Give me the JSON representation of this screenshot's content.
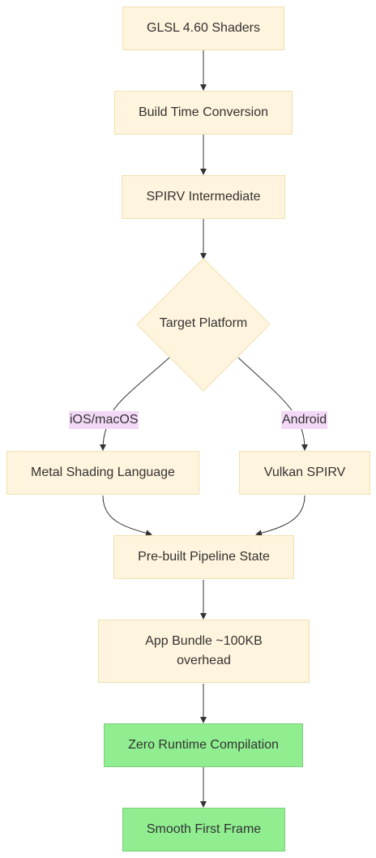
{
  "nodes": {
    "glsl": "GLSL 4.60 Shaders",
    "build": "Build Time Conversion",
    "spirv_ir": "SPIRV Intermediate",
    "target": "Target Platform",
    "metal": "Metal Shading Language",
    "vulkan": "Vulkan SPIRV",
    "prebuilt": "Pre-built Pipeline State",
    "bundle_line1": "App Bundle ~100KB",
    "bundle_line2": "overhead",
    "zero_runtime": "Zero Runtime Compilation",
    "smooth": "Smooth First Frame"
  },
  "edge_labels": {
    "ios": "iOS/macOS",
    "android": "Android"
  },
  "colors": {
    "step_fill": "#fff4dd",
    "step_border": "#f0e0b0",
    "done_fill": "#90ee90",
    "label_bg": "#f3d9f7",
    "line": "#333333"
  }
}
